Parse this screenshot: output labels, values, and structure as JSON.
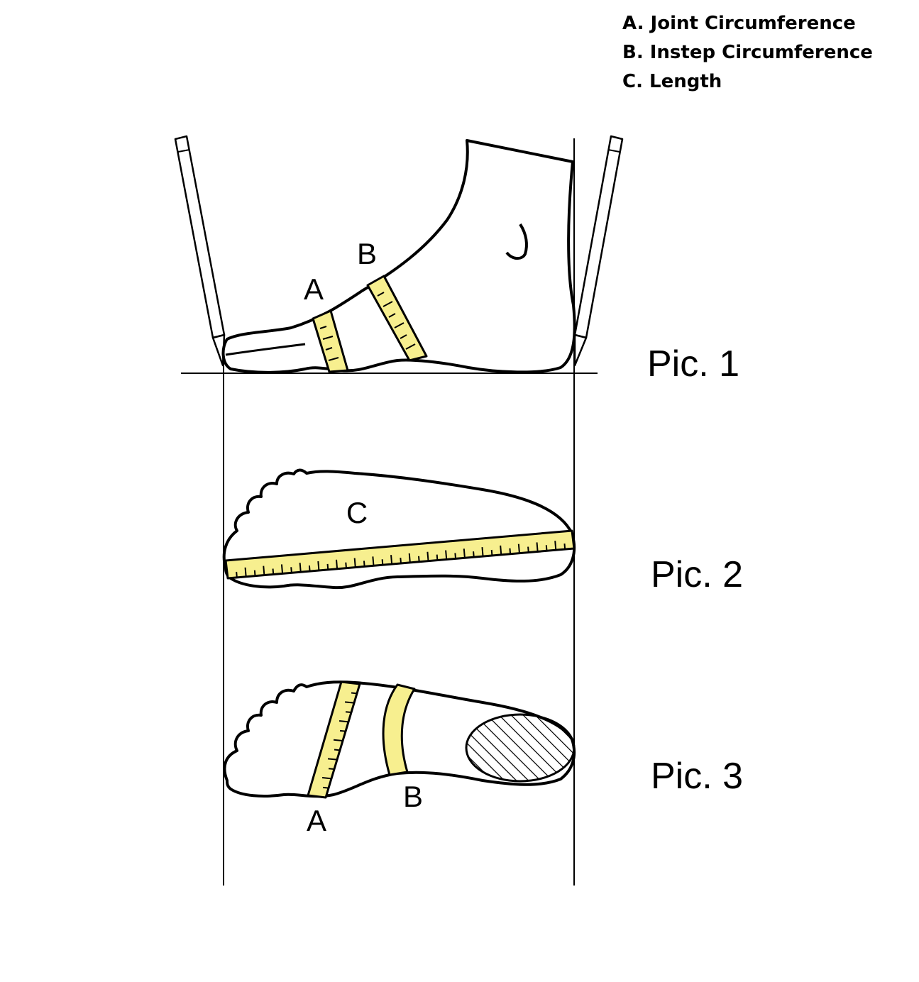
{
  "legend": {
    "a": "A. Joint Circumference",
    "b": "B. Instep Circumference",
    "c": "C. Length"
  },
  "pic1": {
    "caption": "Pic. 1",
    "label_a": "A",
    "label_b": "B"
  },
  "pic2": {
    "caption": "Pic. 2",
    "label_c": "C"
  },
  "pic3": {
    "caption": "Pic. 3",
    "label_a": "A",
    "label_b": "B"
  },
  "colors": {
    "tape": "#f7ef8f",
    "line": "#000000",
    "background": "#ffffff"
  }
}
